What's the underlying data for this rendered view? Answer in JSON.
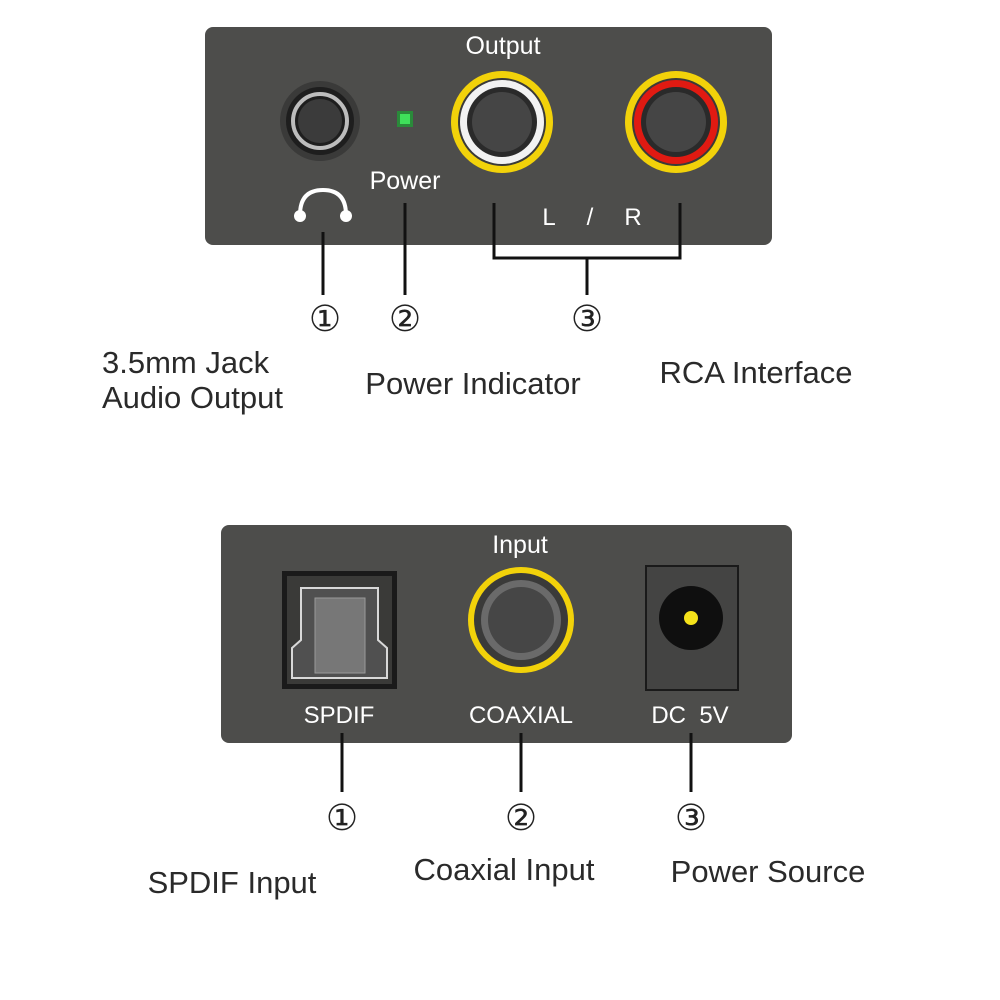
{
  "output_panel": {
    "title": "Output",
    "power_label": "Power",
    "lr_left": "L",
    "lr_sep": "/",
    "lr_right": "R",
    "callouts": [
      {
        "num": "①",
        "caption_line1": "3.5mm Jack",
        "caption_line2": "Audio Output"
      },
      {
        "num": "②",
        "caption_line1": "Power Indicator",
        "caption_line2": ""
      },
      {
        "num": "③",
        "caption_line1": "RCA Interface",
        "caption_line2": ""
      }
    ]
  },
  "input_panel": {
    "title": "Input",
    "port_labels": [
      "SPDIF",
      "COAXIAL",
      "DC  5V"
    ],
    "callouts": [
      {
        "num": "①",
        "caption": "SPDIF Input"
      },
      {
        "num": "②",
        "caption": "Coaxial Input"
      },
      {
        "num": "③",
        "caption": "Power Source"
      }
    ]
  },
  "colors": {
    "panel": "#4d4d4b",
    "led": "#3fe05a",
    "rca_white_ring": "#f2f2f2",
    "rca_red_ring": "#e01a12",
    "yellow_ring": "#f2d20a",
    "dc_pin": "#f5e21a"
  },
  "icons": [
    "headphone-icon"
  ]
}
